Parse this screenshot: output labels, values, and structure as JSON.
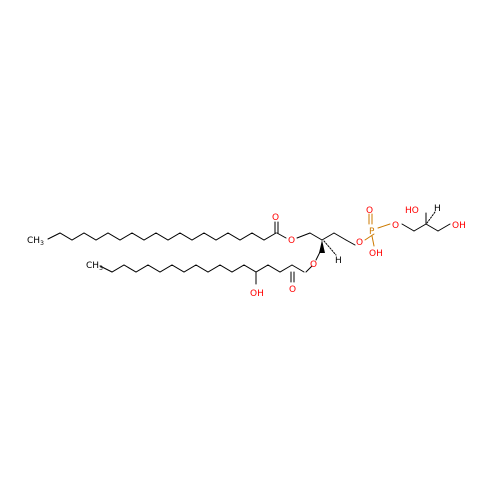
{
  "colors": {
    "carbon": "#000000",
    "oxygen": "#ff0000",
    "phosphorus": "#cc7a00",
    "background": "#ffffff"
  },
  "labels": {
    "methyl_top": "CH3",
    "methyl_top_main": "CH",
    "methyl_top_sub": "3",
    "methyl_bottom_main": "CH",
    "methyl_bottom_sub": "3",
    "carbonyl_o_top": "O",
    "ester_o_top": "O",
    "ester_o_mid": "O",
    "carbonyl_o_bottom": "O",
    "hydroxy_chain": "OH",
    "stereo_h_1": "H",
    "phosphate_o_left": "O",
    "phosphate_p": "P",
    "phosphate_o_double": "O",
    "phosphate_oh": "OH",
    "phosphate_o_right": "O",
    "glycerol_oh_top": "HO",
    "stereo_h_2": "H",
    "glycerol_oh_end": "OH"
  }
}
